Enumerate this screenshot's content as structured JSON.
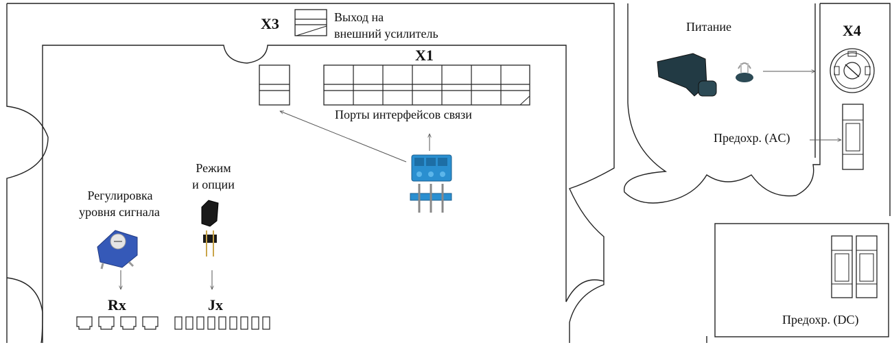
{
  "connectors": {
    "x3": "X3",
    "x1": "X1",
    "x4": "X4",
    "rx": "Rx",
    "jx": "Jx"
  },
  "labels": {
    "output_line1": "Выход на",
    "output_line2": "внешний усилитель",
    "ports": "Порты интерфейсов связи",
    "power": "Питание",
    "fuse_ac": "Предохр. (AC)",
    "fuse_dc": "Предохр. (DC)",
    "mode_line1": "Режим",
    "mode_line2": "и опции",
    "level_line1": "Регулировка",
    "level_line2": "уровня сигнала"
  },
  "icons": {
    "terminal_block": "blue-terminal-block-icon",
    "power_plug": "power-connector-plug-icon",
    "jumper": "jumper-cap-icon",
    "trimmer": "trimmer-potentiometer-icon"
  }
}
